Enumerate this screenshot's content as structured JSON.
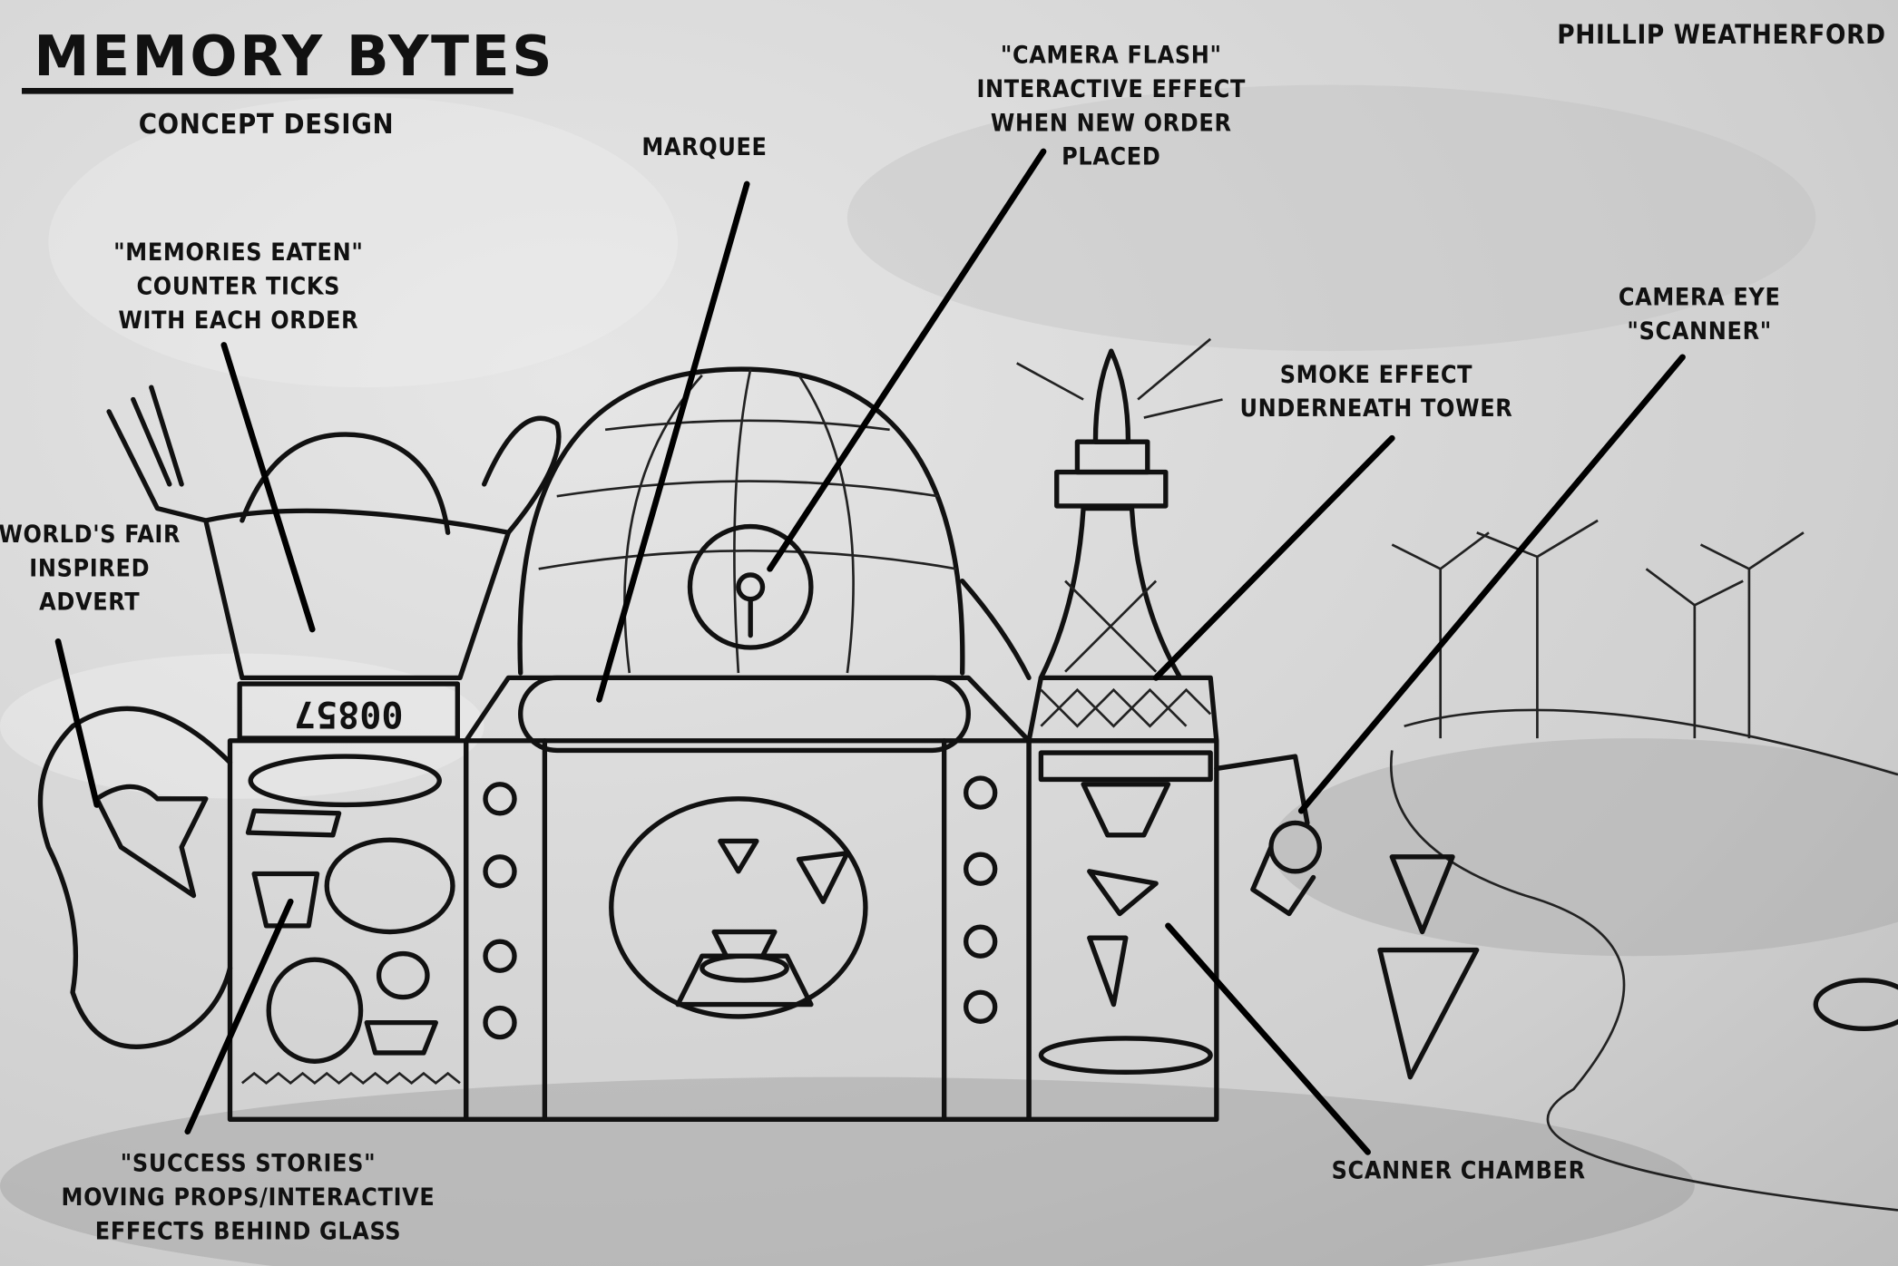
{
  "header": {
    "title": "MEMORY BYTES",
    "subtitle": "CONCEPT DESIGN",
    "artist": "PHILLIP WEATHERFORD"
  },
  "callouts": {
    "marquee": [
      "MARQUEE"
    ],
    "camera_flash": [
      "\"CAMERA FLASH\"",
      "INTERACTIVE EFFECT",
      "WHEN NEW ORDER",
      "PLACED"
    ],
    "memories_eaten": [
      "\"MEMORIES EATEN\"",
      "COUNTER TICKS",
      "WITH EACH ORDER"
    ],
    "worlds_fair": [
      "WORLD'S FAIR",
      "INSPIRED",
      "ADVERT"
    ],
    "smoke_effect": [
      "SMOKE EFFECT",
      "UNDERNEATH TOWER"
    ],
    "camera_eye": [
      "CAMERA EYE",
      "\"SCANNER\""
    ],
    "success_stories": [
      "\"SUCCESS STORIES\"",
      "MOVING PROPS/INTERACTIVE",
      "EFFECTS BEHIND GLASS"
    ],
    "scanner_chamber": [
      "SCANNER CHAMBER"
    ]
  },
  "counter_digits": "00857",
  "colors": {
    "ink": "#111111",
    "paper": "#d9d9d9"
  }
}
